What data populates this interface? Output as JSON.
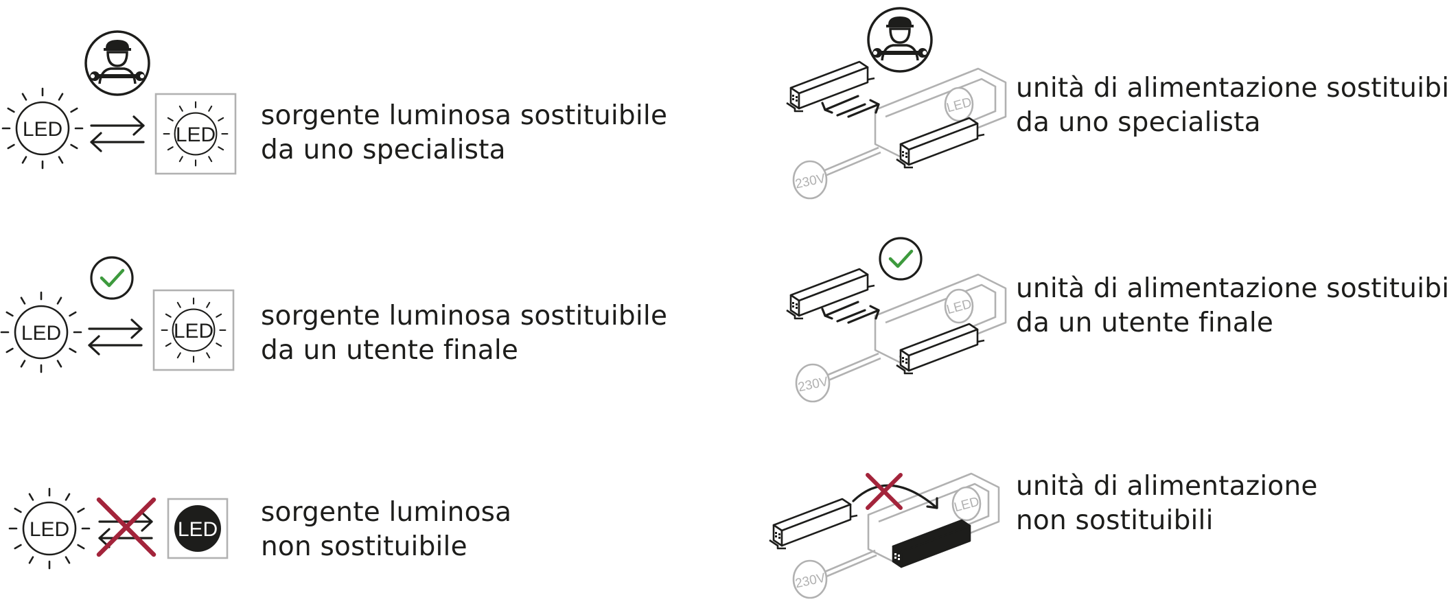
{
  "icons": {
    "led": "LED",
    "voltage": "230V",
    "technician": "technician-icon",
    "check": "checkmark-icon",
    "cross": "cross-icon"
  },
  "colors": {
    "ink": "#1d1d1b",
    "grey": "#b1b1b1",
    "check": "#3d9a3d",
    "cross": "#a3243b"
  },
  "left": {
    "row1": {
      "line1": "sorgente luminosa sostituibile",
      "line2": "da uno specialista"
    },
    "row2": {
      "line1": "sorgente luminosa sostituibile",
      "line2": "da un utente finale"
    },
    "row3": {
      "line1": "sorgente luminosa",
      "line2": "non sostituibile"
    }
  },
  "right": {
    "row1": {
      "line1": "unità di alimentazione sostituibili",
      "line2": "da uno specialista"
    },
    "row2": {
      "line1": "unità di alimentazione sostituibili",
      "line2": "da un utente finale"
    },
    "row3": {
      "line1": "unità di alimentazione",
      "line2": "non sostituibili"
    }
  }
}
